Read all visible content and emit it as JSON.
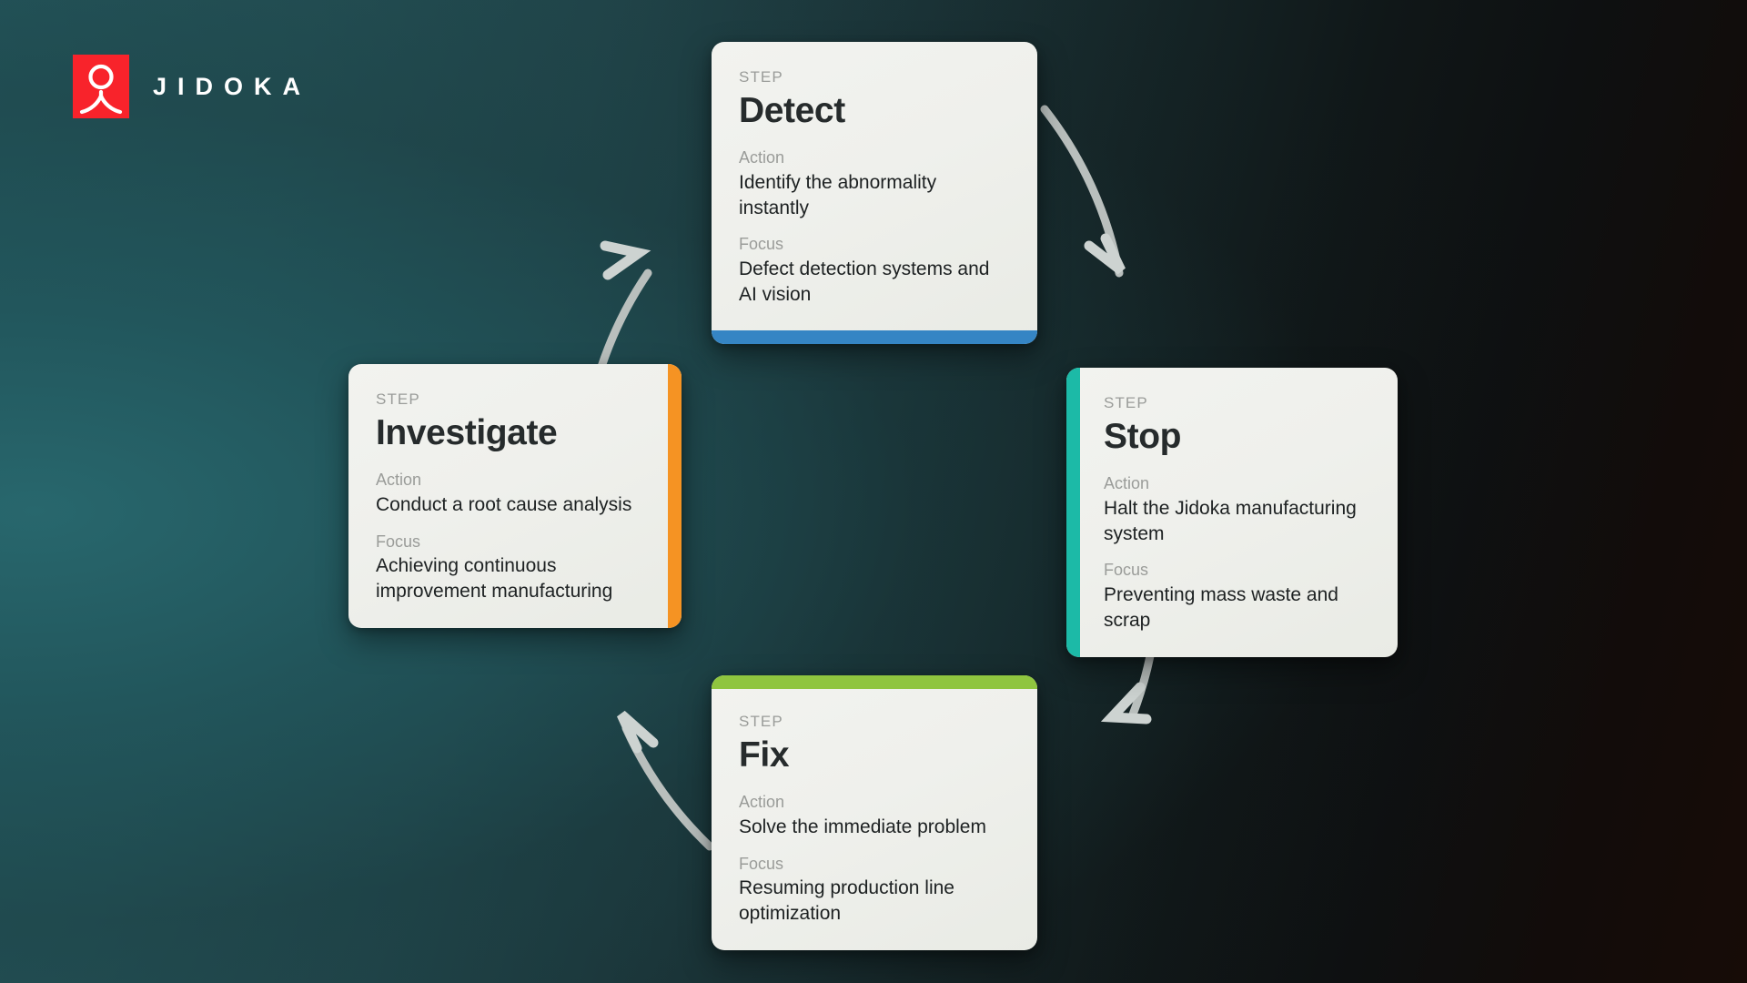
{
  "brand": {
    "name": "JIDOKA",
    "logo_icon": "person-figure-icon",
    "logo_color": "#f8232b"
  },
  "diagram": {
    "type": "cycle",
    "direction": "clockwise",
    "step_label": "STEP",
    "action_label": "Action",
    "focus_label": "Focus",
    "arrow_color": "#b9bfbd",
    "steps": [
      {
        "id": "detect",
        "position": "top",
        "title": "Detect",
        "action": "Identify the abnormality instantly",
        "focus": "Defect detection systems and AI vision",
        "accent_color": "#3585c4",
        "accent_edge": "bottom"
      },
      {
        "id": "stop",
        "position": "right",
        "title": "Stop",
        "action": "Halt the Jidoka manufacturing system",
        "focus": "Preventing mass waste and scrap",
        "accent_color": "#1cbaa7",
        "accent_edge": "left"
      },
      {
        "id": "fix",
        "position": "bottom",
        "title": "Fix",
        "action": "Solve the immediate problem",
        "focus": "Resuming production line optimization",
        "accent_color": "#8fc53f",
        "accent_edge": "top"
      },
      {
        "id": "investigate",
        "position": "left",
        "title": "Investigate",
        "action": "Conduct a root cause analysis",
        "focus": "Achieving continuous improvement manufacturing",
        "accent_color": "#f59323",
        "accent_edge": "right"
      }
    ]
  }
}
